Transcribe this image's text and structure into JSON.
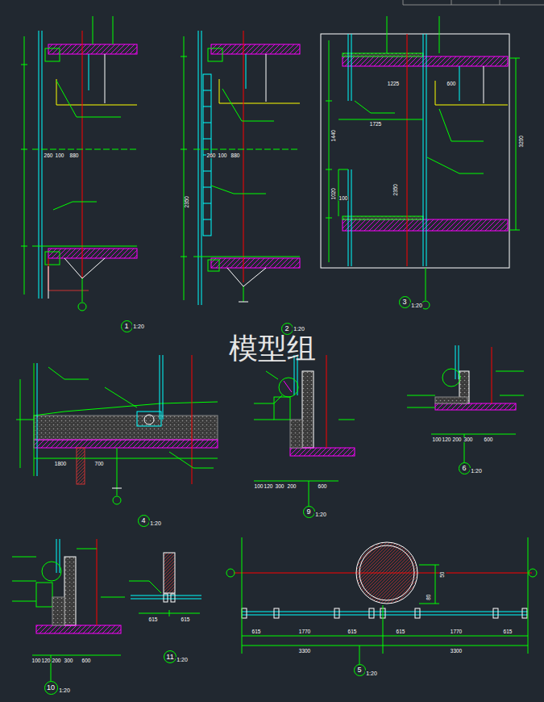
{
  "diagram": {
    "nodes": [
      {
        "text": [
          "1"
        ]
      },
      {
        "text": [
          "2"
        ]
      },
      {
        "text": [
          "3"
        ]
      },
      {
        "text": [
          "4"
        ]
      },
      {
        "text": [
          "9"
        ]
      },
      {
        "text": [
          "6"
        ]
      },
      {
        "text": [
          "10"
        ]
      },
      {
        "text": [
          "11"
        ]
      },
      {
        "text": [
          "5"
        ]
      }
    ],
    "labels": [
      "模型组",
      "1:20",
      "1:20",
      "1:20",
      "1:20",
      "1:20",
      "1:20",
      "1:20",
      "1:20",
      "1:20",
      "260",
      "100",
      "880",
      "260",
      "100",
      "880",
      "2350",
      "1225",
      "600",
      "1725",
      "2350",
      "3200",
      "1440",
      "1020",
      "100",
      "1800",
      "700",
      "100",
      "120",
      "300",
      "200",
      "600",
      "100",
      "120",
      "200",
      "300",
      "600",
      "100",
      "120",
      "200",
      "300",
      "600",
      "615",
      "615",
      "615",
      "1770",
      "615",
      "615",
      "1770",
      "615",
      "3300",
      "3300",
      "80",
      "50"
    ]
  }
}
